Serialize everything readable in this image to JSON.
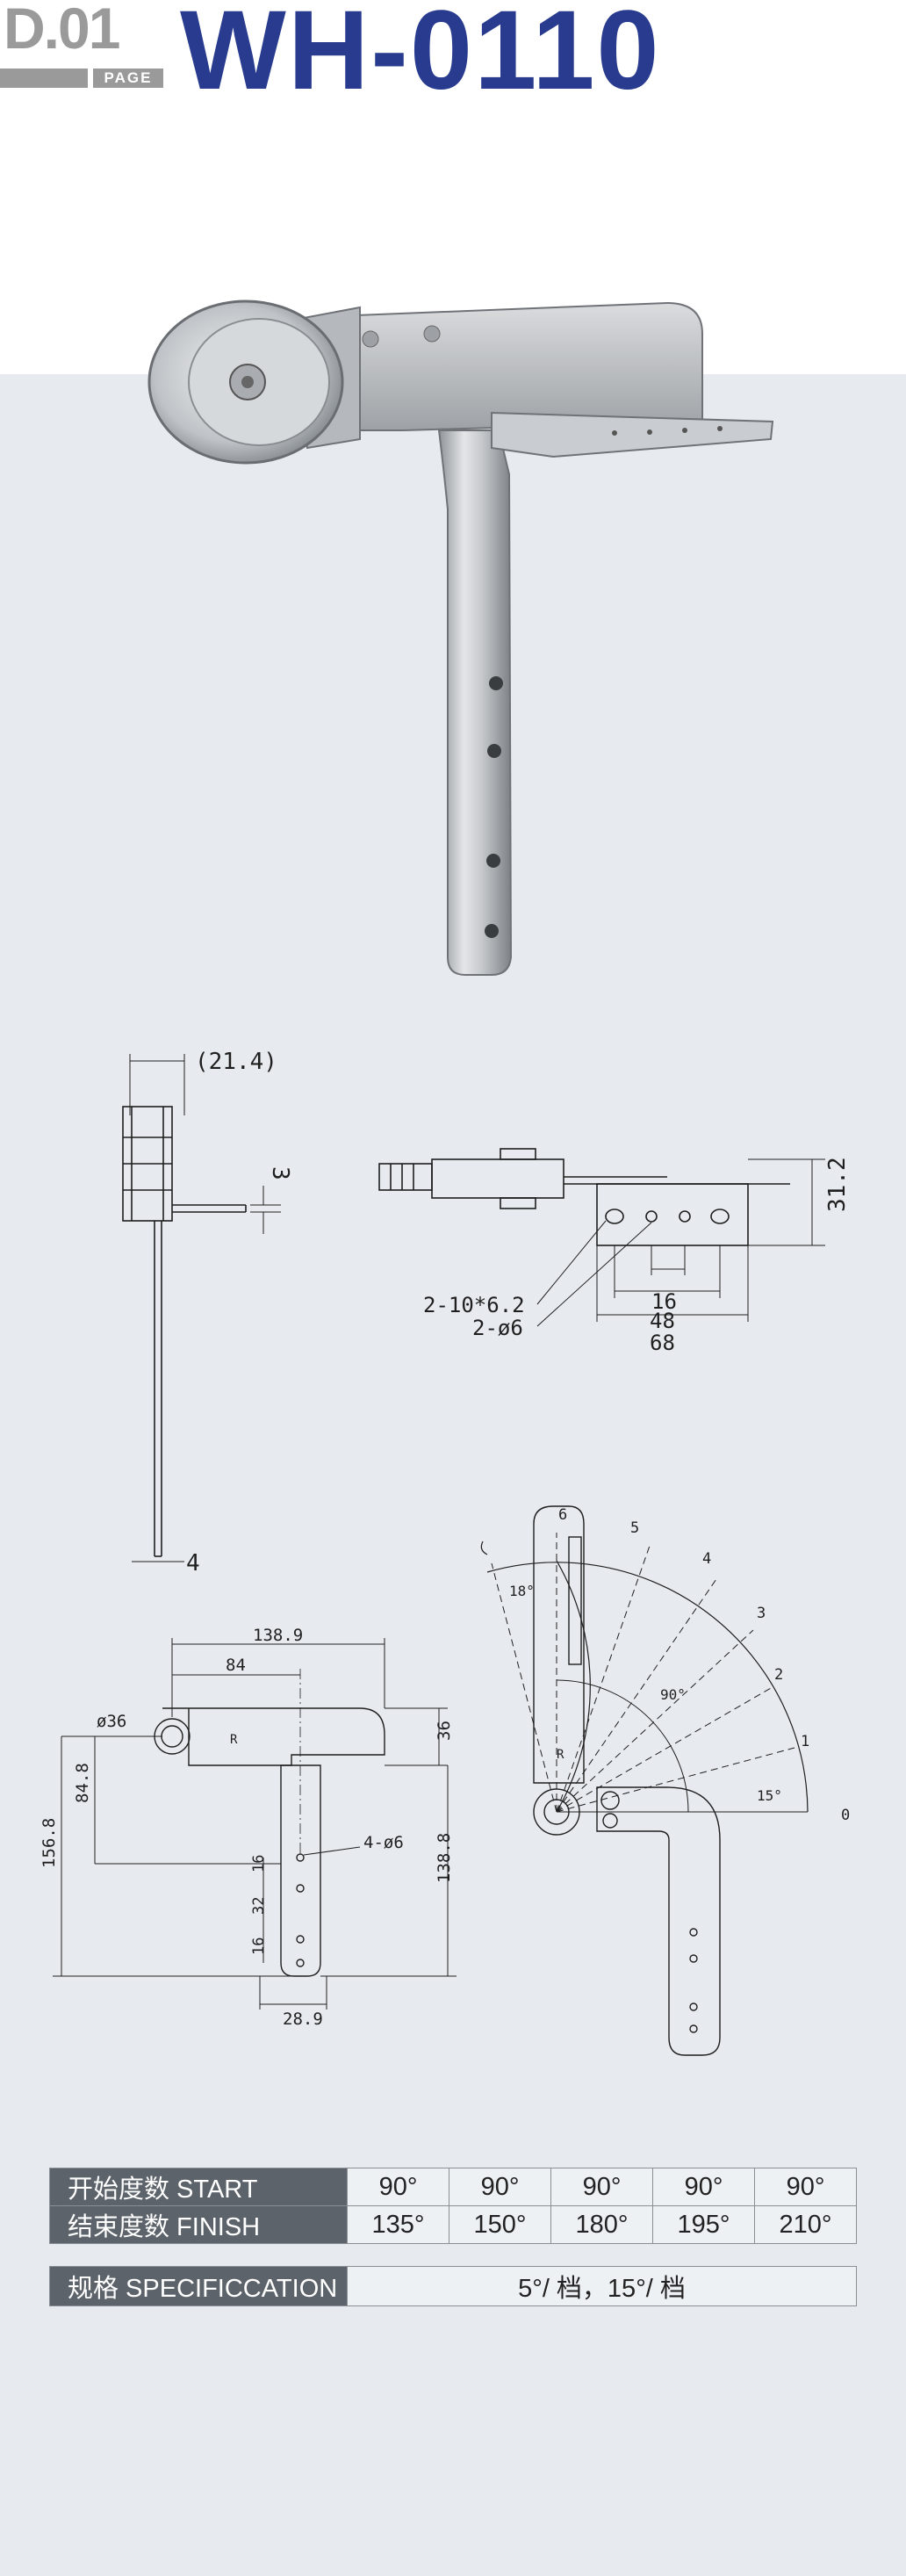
{
  "header": {
    "page_number": "D.01",
    "page_label": "PAGE",
    "model": "WH-0110"
  },
  "drawing": {
    "side_view": {
      "width_dim": "(21.4)",
      "offset_dim": "3",
      "thickness_dim": "4"
    },
    "top_view": {
      "height_dim": "31.2",
      "slot_callout": "2-10*6.2",
      "hole_callout": "2-ø6",
      "pitch_16": "16",
      "span_48": "48",
      "span_68": "68"
    },
    "front_view": {
      "width_138_9": "138.9",
      "dim_84": "84",
      "dia_36": "ø36",
      "dim_36": "36",
      "dim_84_8": "84.8",
      "dim_156_8": "156.8",
      "holes": "4-ø6",
      "dim_16a": "16",
      "dim_32": "32",
      "dim_16b": "16",
      "dim_138_8": "138.8",
      "dim_28_9": "28.9",
      "marker_r": "R"
    },
    "angle_view": {
      "positions": [
        "0",
        "1",
        "2",
        "3",
        "4",
        "5",
        "6"
      ],
      "angle_90": "90°",
      "angle_15": "15°",
      "angle_18": "18°",
      "marker_r": "R"
    }
  },
  "spec": {
    "start_label": "开始度数 START",
    "finish_label": "结束度数 FINISH",
    "start_values": [
      "90°",
      "90°",
      "90°",
      "90°",
      "90°"
    ],
    "finish_values": [
      "135°",
      "150°",
      "180°",
      "195°",
      "210°"
    ],
    "spec_label": "规格 SPECIFICCATION",
    "spec_value": "5°/ 档，15°/ 档"
  }
}
